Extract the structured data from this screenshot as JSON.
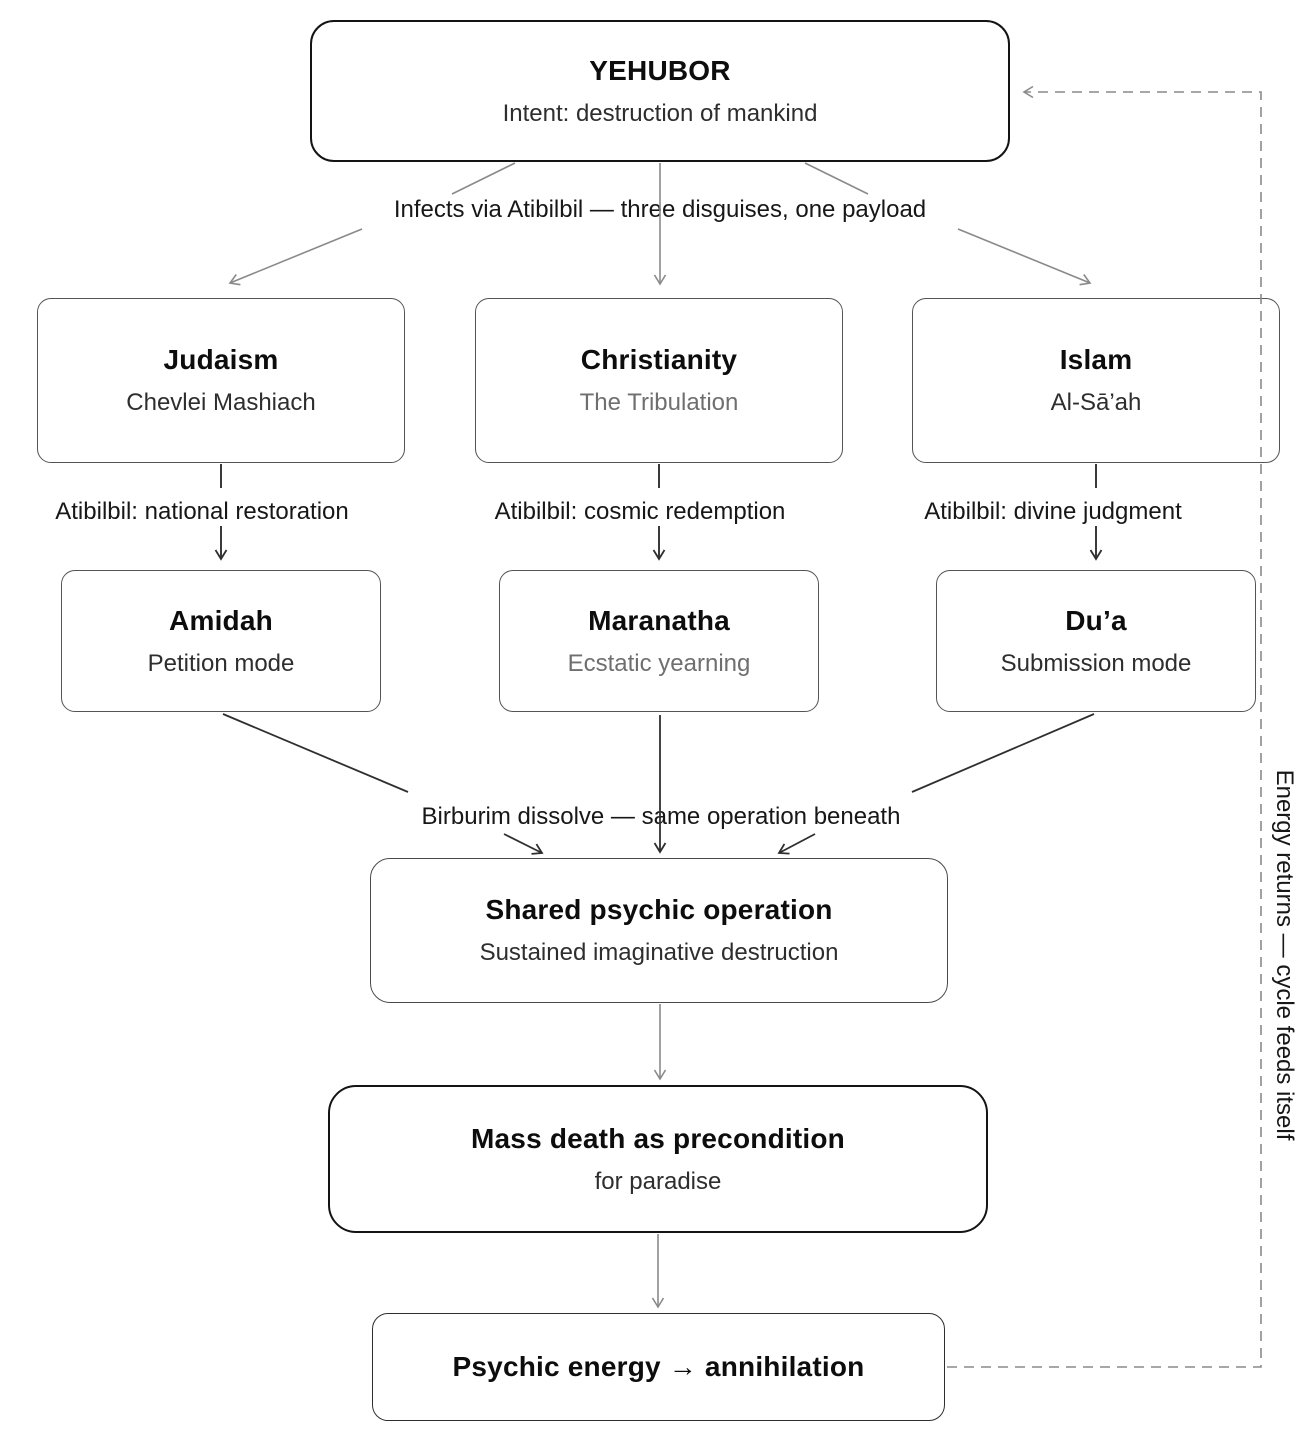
{
  "diagram": {
    "nodes": {
      "yehubor": {
        "title": "YEHUBOR",
        "subtitle": "Intent: destruction of mankind"
      },
      "judaism": {
        "title": "Judaism",
        "subtitle": "Chevlei Mashiach"
      },
      "christianity": {
        "title": "Christianity",
        "subtitle": "The Tribulation"
      },
      "islam": {
        "title": "Islam",
        "subtitle": "Al-Sā’ah"
      },
      "amidah": {
        "title": "Amidah",
        "subtitle": "Petition mode"
      },
      "maranatha": {
        "title": "Maranatha",
        "subtitle": "Ecstatic yearning"
      },
      "dua": {
        "title": "Du’a",
        "subtitle": "Submission mode"
      },
      "shared_operation": {
        "title": "Shared psychic operation",
        "subtitle": "Sustained imaginative destruction"
      },
      "mass_death": {
        "title": "Mass death as precondition",
        "subtitle": "for paradise"
      },
      "annihilation": {
        "title": "Psychic energy → annihilation"
      }
    },
    "labels": {
      "infects": "Infects via Atibilbil — three disguises, one payload",
      "atibilbil_left": "Atibilbil: national restoration",
      "atibilbil_center": "Atibilbil: cosmic redemption",
      "atibilbil_right": "Atibilbil: divine judgment",
      "birburim": "Birburim dissolve — same operation beneath",
      "feedback": "Energy returns — cycle feeds itself"
    },
    "colors": {
      "background": "#ffffff",
      "box_border_thin": "#545454",
      "box_border_bold": "#141414",
      "title_text": "#0d0d0d",
      "subtitle_dark": "#2e2e2e",
      "subtitle_gray": "#6f6f6f",
      "label_text": "#171717",
      "edge_gray": "#8a8a8a",
      "edge_dark": "#2f2f2f"
    }
  }
}
